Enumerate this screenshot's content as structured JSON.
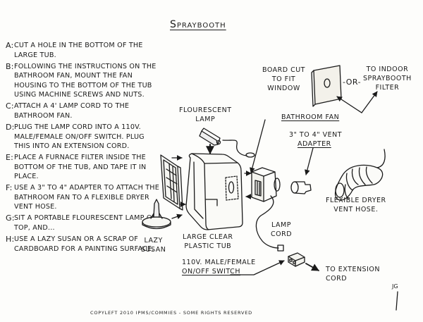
{
  "title": "Spraybooth",
  "steps": [
    {
      "letter": "A:",
      "text": "Cut a hole in the bottom of the large tub."
    },
    {
      "letter": "B:",
      "text": "Following the instructions on the bathroom fan, mount the fan housing to the bottom of the tub using machine screws and nuts."
    },
    {
      "letter": "C:",
      "text": "Attach a 4' lamp cord to the bathroom fan."
    },
    {
      "letter": "D:",
      "text": "Plug the lamp cord into a 110v. male/female on/off switch. Plug this into an extension cord."
    },
    {
      "letter": "E:",
      "text": "Place a furnace filter inside the bottom of the tub, and tape it in place."
    },
    {
      "letter": "F:",
      "text": "Use a 3\" to 4\" adapter to attach the bathroom fan to a flexible dryer vent hose."
    },
    {
      "letter": "G:",
      "text": "Sit a portable flourescent lamp on top, and..."
    },
    {
      "letter": "H:",
      "text": "Use a lazy susan or a scrap of cardboard for a painting surface."
    }
  ],
  "labels": {
    "board": "Board cut\nto fit\nwindow",
    "or": "-or-",
    "indoor_filter": "To indoor\nspraybooth\nfilter",
    "lamp": "Flourescent\nlamp",
    "bathroom_fan": "Bathroom fan",
    "vent_adapter_line1": "3\" to 4\" vent",
    "vent_adapter_line2": "adapter",
    "dryer_hose": "Flexible dryer\nvent hose.",
    "lazy_susan": "Lazy\nsusan",
    "tub": "Large clear\nplastic tub",
    "lamp_cord": "Lamp\ncord",
    "switch_line1": "110v. male/female",
    "switch_line2": "on/off switch",
    "extension": "To extension\ncord"
  },
  "footer": "Copyleft 2010  IPMS/Commies - Some rights reserved",
  "signature": "JG"
}
